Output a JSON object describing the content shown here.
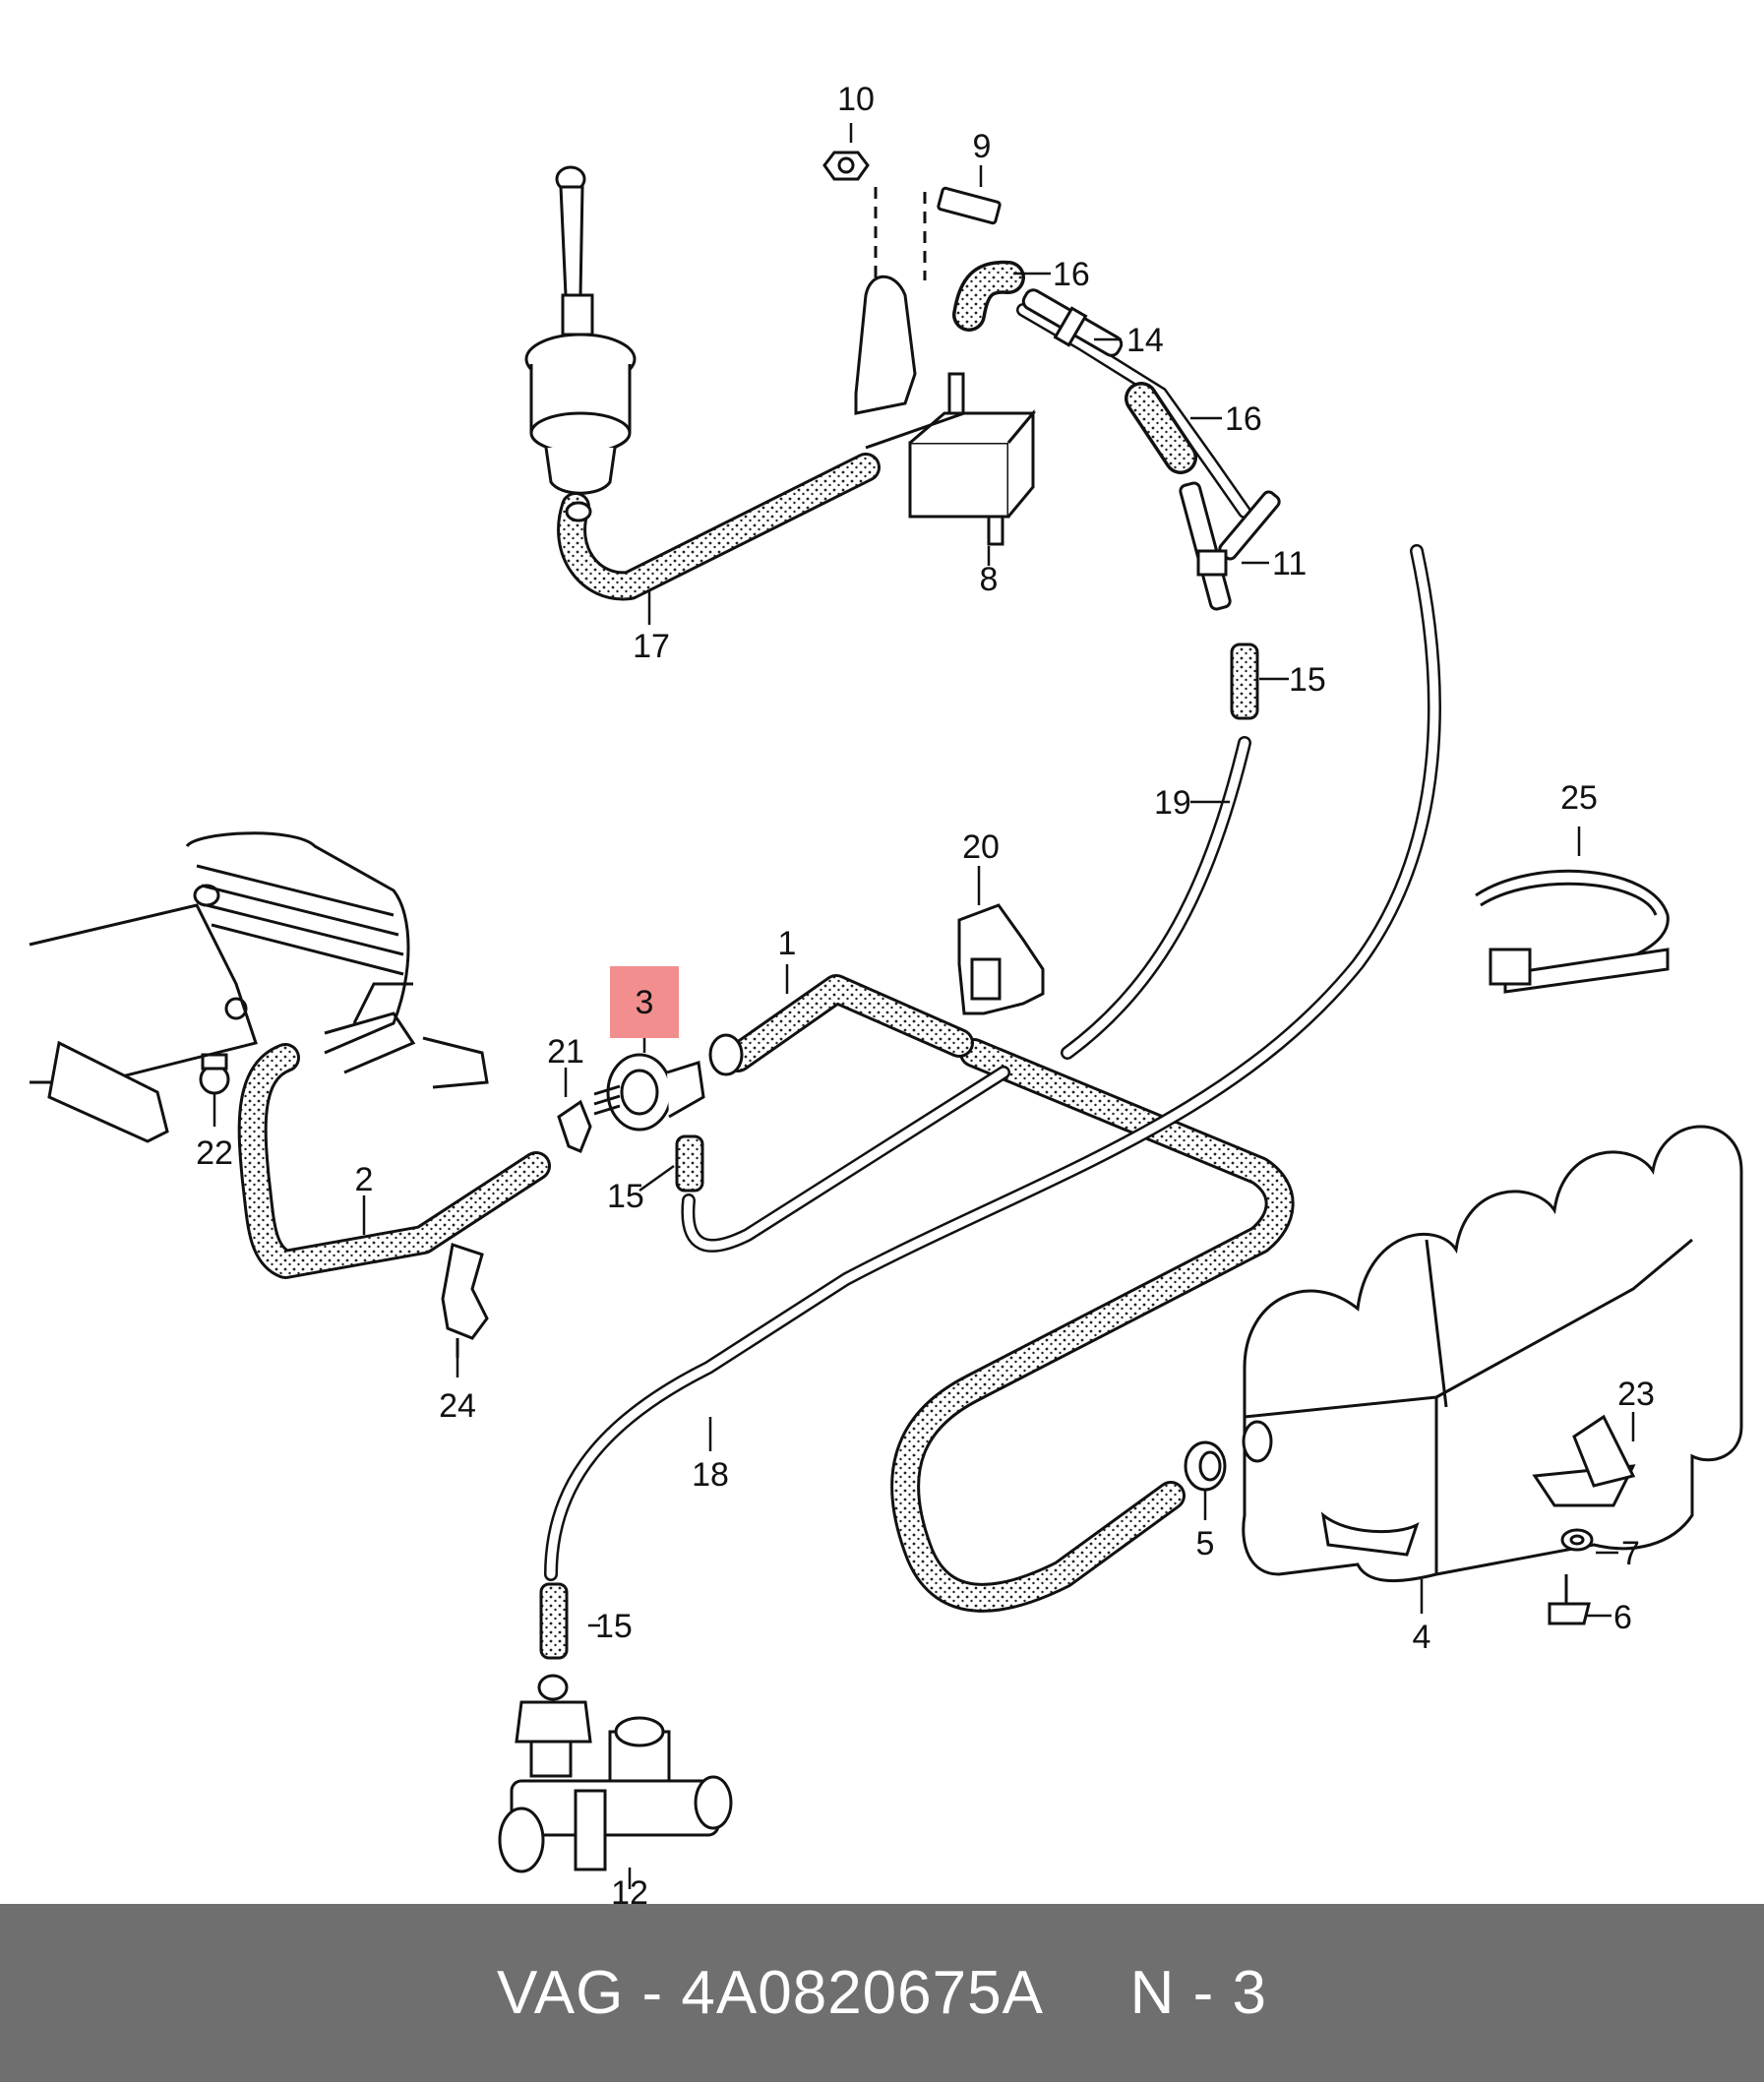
{
  "diagram": {
    "callouts": {
      "c1": "1",
      "c2": "2",
      "c3": "3",
      "c4": "4",
      "c5": "5",
      "c6": "6",
      "c7": "7",
      "c8": "8",
      "c9": "9",
      "c10": "10",
      "c11": "11",
      "c12": "12",
      "c14": "14",
      "c15a": "15",
      "c15b": "15",
      "c15c": "15",
      "c16a": "16",
      "c16b": "16",
      "c17": "17",
      "c18": "18",
      "c19": "19",
      "c20": "20",
      "c21": "21",
      "c22": "22",
      "c23": "23",
      "c24": "24",
      "c25": "25"
    },
    "highlight_color": "#f28e8e"
  },
  "footer": {
    "text": "VAG - 4A0820675A     N - 3",
    "background": "#6f6f6f"
  }
}
